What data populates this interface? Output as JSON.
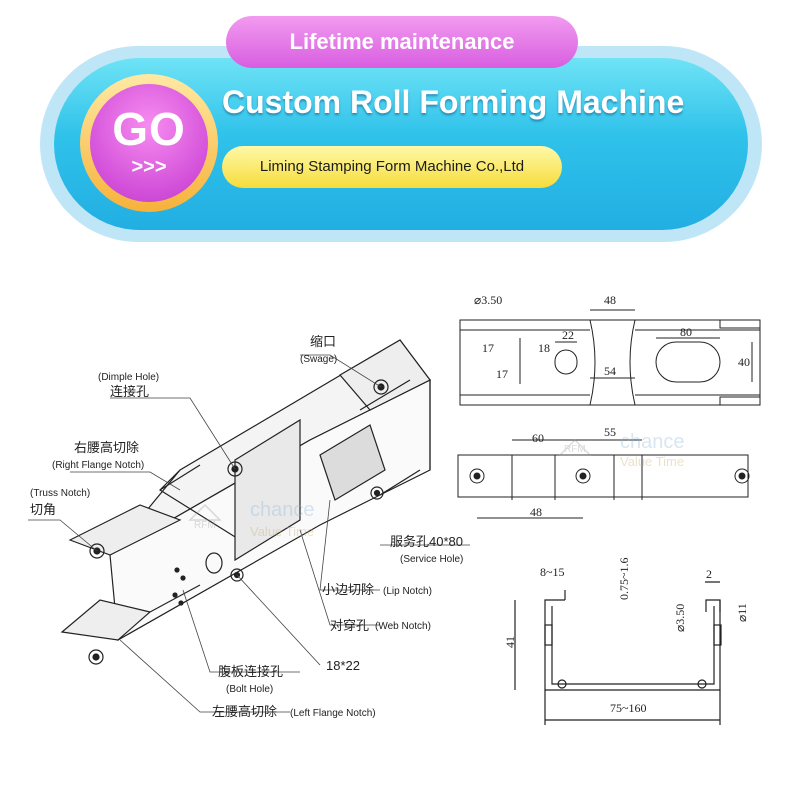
{
  "banner": {
    "tag": "Lifetime maintenance",
    "go_text": "GO",
    "go_arrows": ">>>",
    "title": "Custom Roll Forming Machine",
    "company": "Liming Stamping Form Machine Co.,Ltd"
  },
  "callouts": {
    "swage_cn": "缩口",
    "swage_en": "(Swage)",
    "dimple_en": "(Dimple Hole)",
    "dimple_cn": "连接孔",
    "right_flange_cn": "右腰高切除",
    "right_flange_en": "(Right Flange Notch)",
    "truss_en": "(Truss Notch)",
    "truss_cn": "切角",
    "service_cn": "服务孔40*80",
    "service_en": "(Service Hole)",
    "lip_cn": "小边切除",
    "lip_en": "(Lip Notch)",
    "web_cn": "对穿孔",
    "web_en": "(Web Notch)",
    "size": "18*22",
    "bolt_cn": "腹板连接孔",
    "bolt_en": "(Bolt Hole)",
    "left_flange_cn": "左腰高切除",
    "left_flange_en": "(Left Flange Notch)"
  },
  "dimensions": {
    "top_view": [
      "⌀3.50",
      "48",
      "22",
      "80",
      "17",
      "18",
      "17",
      "54",
      "40"
    ],
    "side_view": [
      "60",
      "55",
      "48"
    ],
    "section": [
      "8~15",
      "0.75~1.6",
      "2",
      "⌀3.50",
      "⌀11",
      "41",
      "75~160"
    ]
  },
  "watermark": {
    "logo": "RFM",
    "brand": "chance",
    "slogan": "Value Time"
  }
}
